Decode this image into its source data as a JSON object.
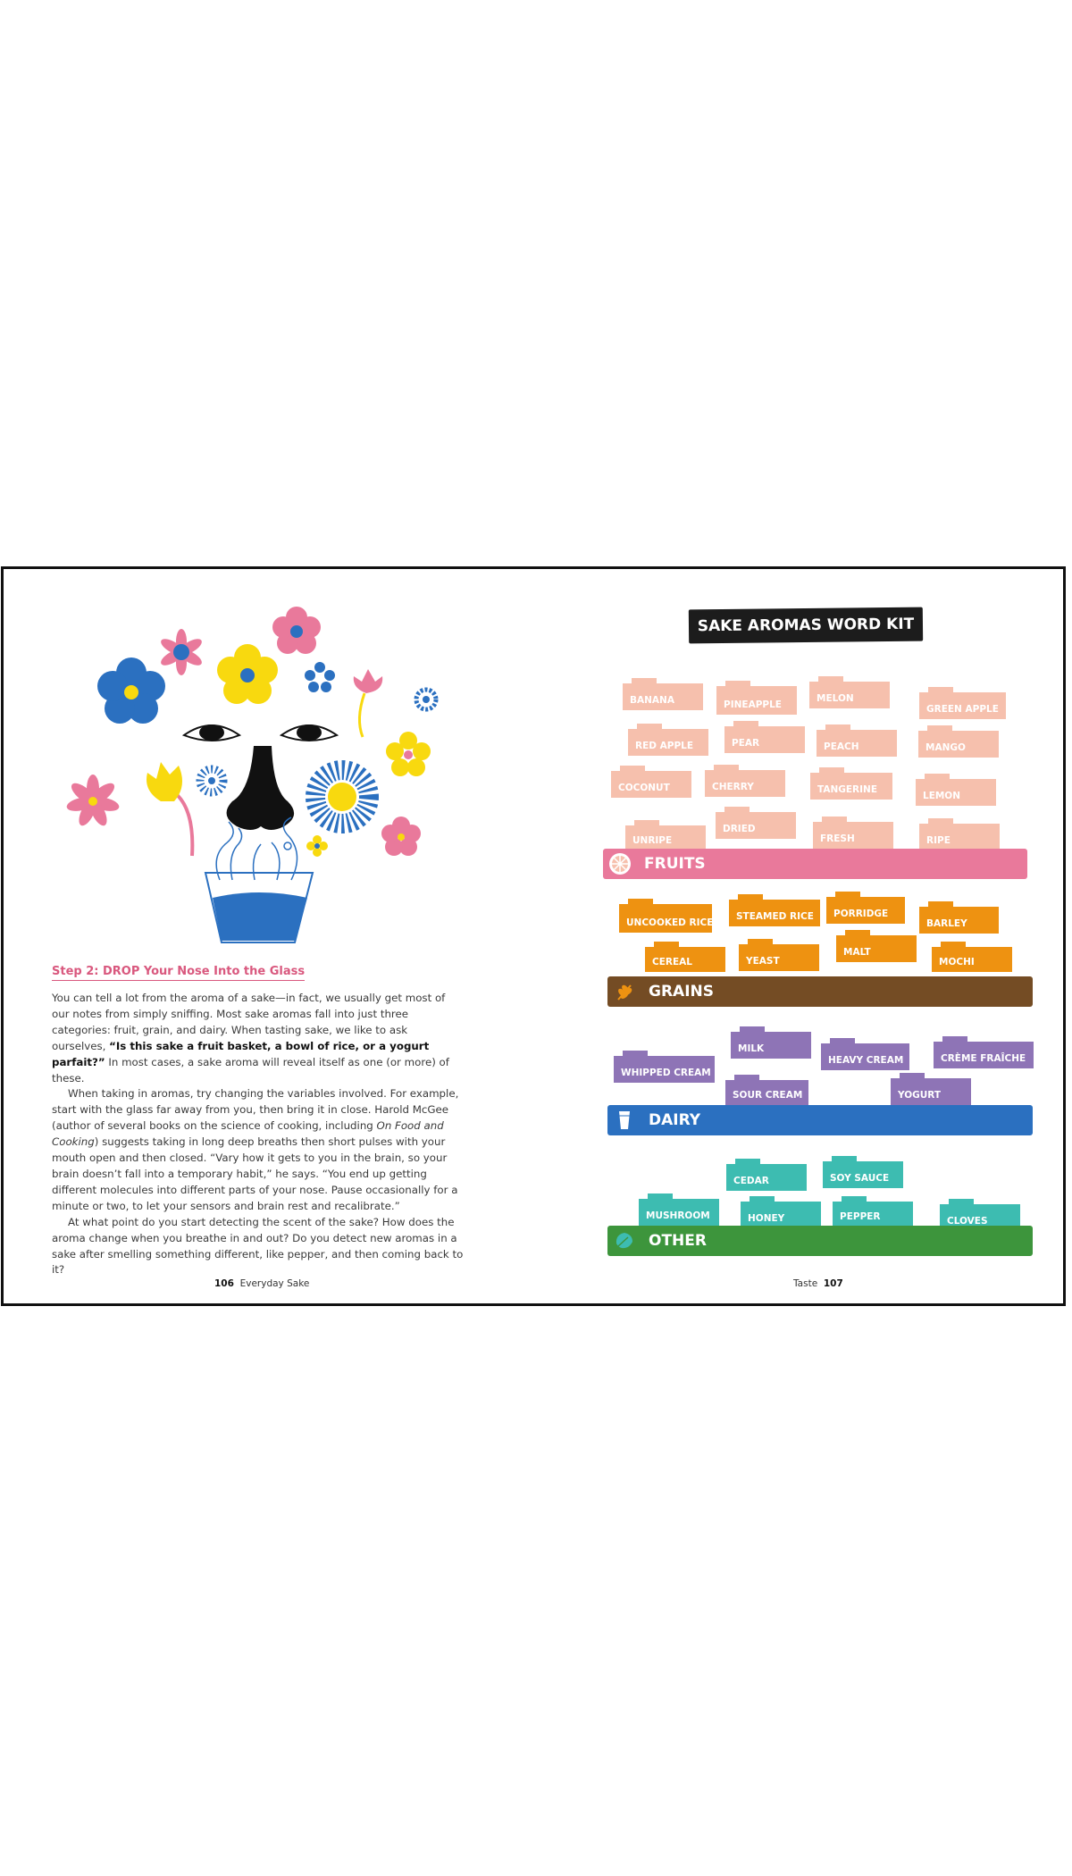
{
  "left_page": {
    "heading": "Step 2: DROP Your Nose Into the Glass",
    "p1_a": "You can tell a lot from the aroma of a sake—in fact, we usually get most of our notes from simply sniffing. Most sake aromas fall into just three categories: fruit, grain, and dairy. When tasting sake, we like to ask ourselves, ",
    "p1_bold": "“Is this sake a fruit basket, a bowl of rice, or a yogurt parfait?”",
    "p1_b": " In most cases, a sake aroma will reveal itself as one (or more) of these.",
    "p2_a": "When taking in aromas, try changing the variables involved. For example, start with the glass far away from you, then bring it in close. Harold McGee (author of several books on the science of cooking, including ",
    "p2_ital": "On Food and Cooking",
    "p2_b": ") suggests taking in long deep breaths then short pulses with your mouth open and then closed. “Vary how it gets to you in the brain, so your brain doesn’t fall into a temporary habit,” he says. “You end up getting different molecules into different parts of your nose. Pause occasionally for a minute or two, to let your sensors and brain rest and recalibrate.”",
    "p3": "At what point do you start detecting the scent of the sake? How does the aroma change when you breathe in and out? Do you detect new aromas in a sake after smelling something different, like pepper, and then coming back to it?",
    "folio_number": "106",
    "folio_title": "Everyday Sake"
  },
  "right_page": {
    "title": "SAKE AROMAS WORD KIT",
    "folio_title": "Taste",
    "folio_number": "107",
    "fruits": {
      "label": "FRUITS",
      "color": "#e9799b",
      "icon": "orange-slice-icon",
      "tags": [
        "BANANA",
        "PINEAPPLE",
        "MELON",
        "GREEN APPLE",
        "RED APPLE",
        "PEAR",
        "PEACH",
        "MANGO",
        "COCONUT",
        "CHERRY",
        "TANGERINE",
        "LEMON",
        "UNRIPE",
        "DRIED",
        "FRESH",
        "RIPE"
      ]
    },
    "grains": {
      "label": "GRAINS",
      "color": "#744c24",
      "icon": "wheat-icon",
      "tags": [
        "UNCOOKED RICE",
        "STEAMED RICE",
        "PORRIDGE",
        "BARLEY",
        "CEREAL",
        "YEAST",
        "MALT",
        "MOCHI"
      ]
    },
    "dairy": {
      "label": "DAIRY",
      "color": "#2b70c0",
      "icon": "milk-glass-icon",
      "tags": [
        "MILK",
        "WHIPPED CREAM",
        "HEAVY CREAM",
        "CRÈME FRAÎCHE",
        "SOUR CREAM",
        "YOGURT"
      ]
    },
    "other": {
      "label": "OTHER",
      "color": "#3d953c",
      "icon": "leaf-icon",
      "tags": [
        "CEDAR",
        "SOY SAUCE",
        "MUSHROOM",
        "HONEY",
        "PEPPER",
        "CLOVES"
      ]
    }
  }
}
